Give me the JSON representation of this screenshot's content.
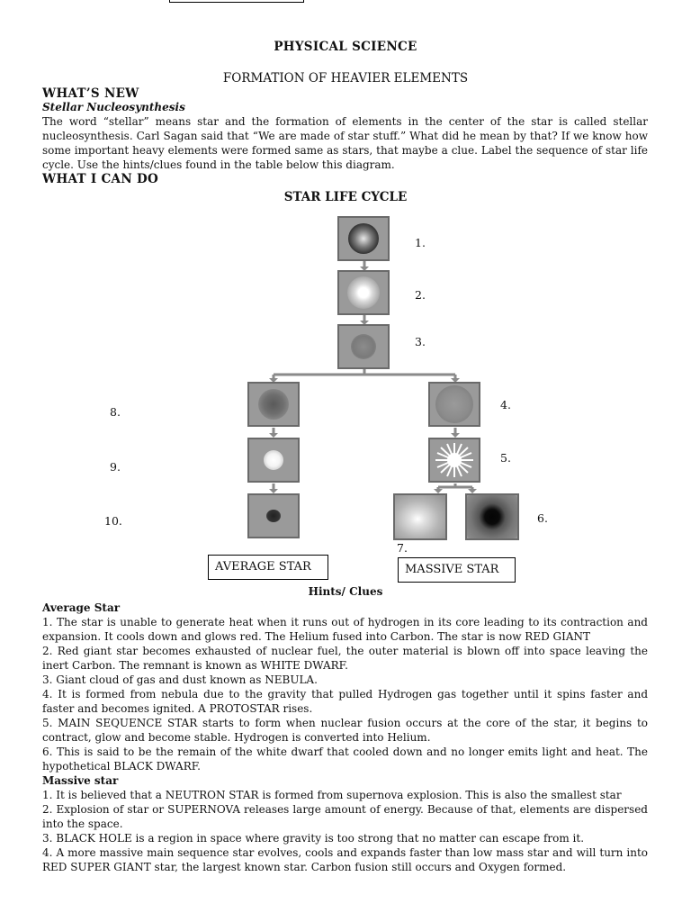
{
  "header": {
    "title": "PHYSICAL SCIENCE",
    "subtitle": "FORMATION OF HEAVIER ELEMENTS"
  },
  "whats_new": {
    "heading": "WHAT’S NEW",
    "subheading": "Stellar Nucleosynthesis",
    "paragraph": "The word “stellar” means star and the formation of elements in the center of the star is called stellar nucleosynthesis. Carl Sagan said that “We are made of star stuff.” What did he mean by that? If we know how some important heavy elements were formed same as stars, that maybe a clue. Label the sequence of star life cycle. Use the hints/clues found in the table below this diagram."
  },
  "what_i_can_do": {
    "heading": "WHAT I CAN DO"
  },
  "diagram": {
    "title": "STAR LIFE CYCLE",
    "numbers": [
      "1.",
      "2.",
      "3.",
      "4.",
      "5.",
      "6.",
      "7.",
      "8.",
      "9.",
      "10."
    ],
    "average_label": "AVERAGE STAR",
    "massive_label": "MASSIVE STAR"
  },
  "hints": {
    "title": "Hints/ Clues",
    "average_heading": "Average Star",
    "average_items": [
      "1. The star is unable to generate heat when it runs out of hydrogen in its core leading to its contraction and expansion. It cools down and glows red. The Helium fused into Carbon. The star is now RED GIANT",
      "2. Red giant star becomes exhausted of nuclear fuel, the outer material is blown off into space leaving the inert Carbon. The remnant is known as WHITE DWARF.",
      "3. Giant cloud of gas and dust known as NEBULA.",
      "4. It is formed from nebula due to the gravity that pulled Hydrogen gas together until it spins faster and faster and becomes ignited. A PROTOSTAR rises.",
      "5. MAIN SEQUENCE STAR starts to form when nuclear fusion occurs at the core of the star, it begins to contract, glow and become stable. Hydrogen is converted into Helium.",
      "6. This is said to be the remain of the white dwarf that cooled down and no longer emits light and heat. The hypothetical BLACK DWARF."
    ],
    "massive_heading": "Massive star",
    "massive_items": [
      "1. It is believed that a NEUTRON STAR is formed from supernova explosion. This is also the smallest star",
      "2. Explosion of star or SUPERNOVA releases large amount of energy. Because of that, elements are dispersed into the space.",
      "3. BLACK HOLE is a region in space where gravity is too strong that no matter can escape from it.",
      "4. A more massive main sequence star evolves, cools and expands faster than low mass star and will turn into RED SUPER GIANT star, the largest known star. Carbon fusion still occurs and Oxygen formed."
    ]
  }
}
